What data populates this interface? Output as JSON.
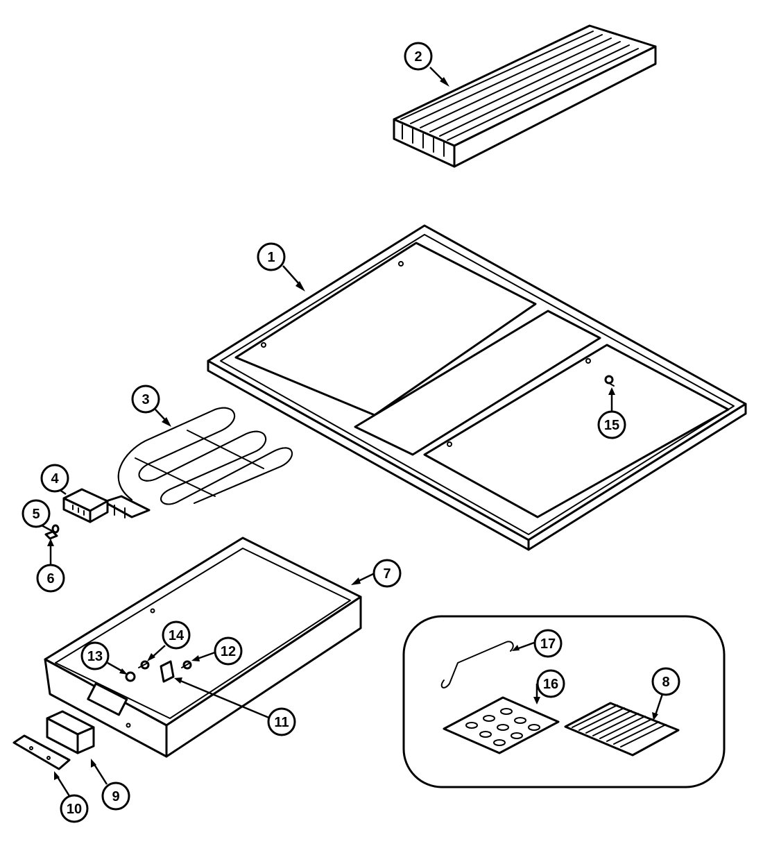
{
  "colors": {
    "line": "#000000",
    "background": "#ffffff"
  },
  "callouts": [
    {
      "id": "part-1",
      "label": "1"
    },
    {
      "id": "part-2",
      "label": "2"
    },
    {
      "id": "part-3",
      "label": "3"
    },
    {
      "id": "part-4",
      "label": "4"
    },
    {
      "id": "part-5",
      "label": "5"
    },
    {
      "id": "part-6",
      "label": "6"
    },
    {
      "id": "part-7",
      "label": "7"
    },
    {
      "id": "part-8",
      "label": "8"
    },
    {
      "id": "part-9",
      "label": "9"
    },
    {
      "id": "part-10",
      "label": "10"
    },
    {
      "id": "part-11",
      "label": "11"
    },
    {
      "id": "part-12",
      "label": "12"
    },
    {
      "id": "part-13",
      "label": "13"
    },
    {
      "id": "part-14",
      "label": "14"
    },
    {
      "id": "part-15",
      "label": "15"
    },
    {
      "id": "part-16",
      "label": "16"
    },
    {
      "id": "part-17",
      "label": "17"
    }
  ]
}
